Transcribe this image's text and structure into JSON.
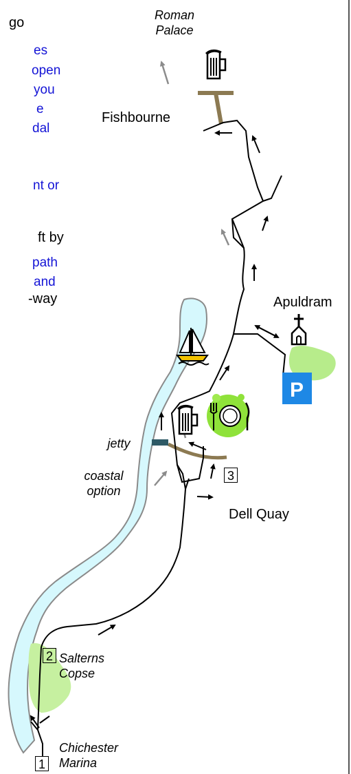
{
  "colors": {
    "river_fill": "#d6f8fd",
    "river_edge": "#8a8a8a",
    "path": "#000000",
    "grey_arrow": "#8c8c8c",
    "green_area": "#b7ec8b",
    "green_bright": "#8fe23a",
    "track": "#8c7a52",
    "jetty": "#2e5a66",
    "parking": "#1e88e5",
    "blue_text": "#1414d6"
  },
  "intro_text": {
    "line1": "go",
    "blue_lines": [
      "es",
      "open",
      "you",
      "e",
      "dal",
      "",
      "nt or"
    ],
    "line_after": [
      "ft by"
    ],
    "blue_lines2": [
      "path",
      "and"
    ],
    "line_last": "-way"
  },
  "places": {
    "roman_palace": [
      "Roman",
      "Palace"
    ],
    "fishbourne": "Fishbourne",
    "apuldram": "Apuldram",
    "dell_quay": "Dell Quay",
    "jetty": "jetty",
    "coastal_option": [
      "coastal",
      "option"
    ],
    "salterns_copse": [
      "Salterns",
      "Copse"
    ],
    "chichester_marina": [
      "Chichester",
      "Marina"
    ]
  },
  "markers": {
    "m1": "1",
    "m2": "2",
    "m3": "3"
  },
  "icons": {
    "pub_top": "pub-icon",
    "pub_dell": "pub-icon",
    "restaurant": "restaurant-icon",
    "sailing": "sailboat-icon",
    "church": "church-icon",
    "parking": "parking-icon",
    "parking_label": "P"
  }
}
